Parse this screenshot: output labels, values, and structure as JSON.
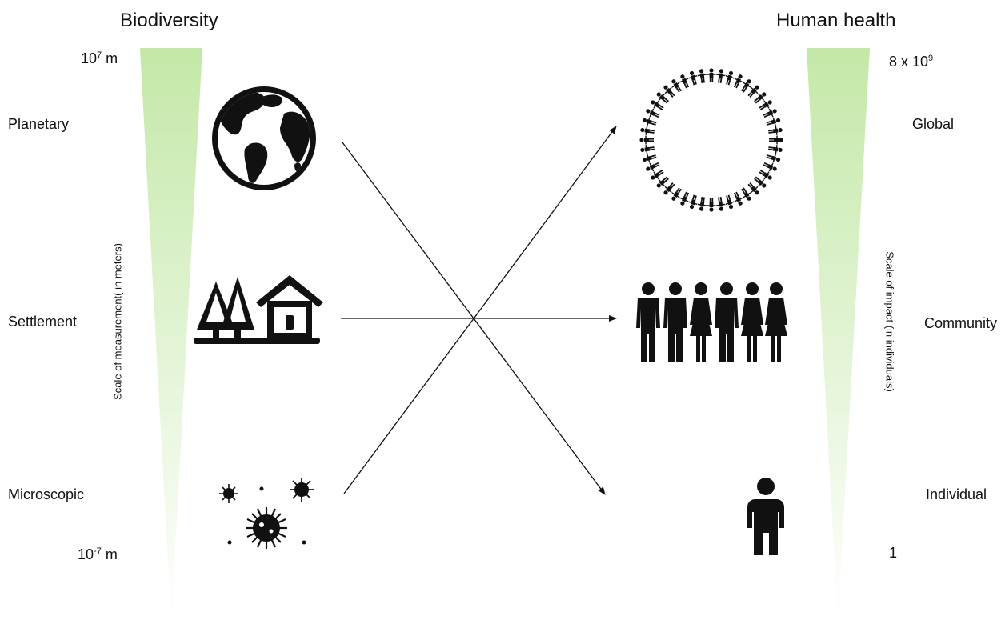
{
  "left": {
    "title": "Biodiversity",
    "top_scale": {
      "base": "10",
      "exp": "7",
      "unit": " m"
    },
    "bottom_scale": {
      "base": "10",
      "exp": "-7",
      "unit": " m"
    },
    "axis_label": "Scale of measurement( in meters)",
    "levels": [
      "Planetary",
      "Settlement",
      "Microscopic"
    ],
    "icons": [
      "globe-icon",
      "trees-house-icon",
      "virus-icon"
    ]
  },
  "right": {
    "title": "Human health",
    "top_scale": {
      "base": "8 x 10",
      "exp": "9"
    },
    "bottom_scale": "1",
    "axis_label": "Scale of impact (in individuals)",
    "levels": [
      "Global",
      "Community",
      "Individual"
    ],
    "icons": [
      "people-circle-icon",
      "community-people-icon",
      "person-icon"
    ]
  },
  "colors": {
    "wedge": "#c4e8a8",
    "ink": "#111111"
  }
}
